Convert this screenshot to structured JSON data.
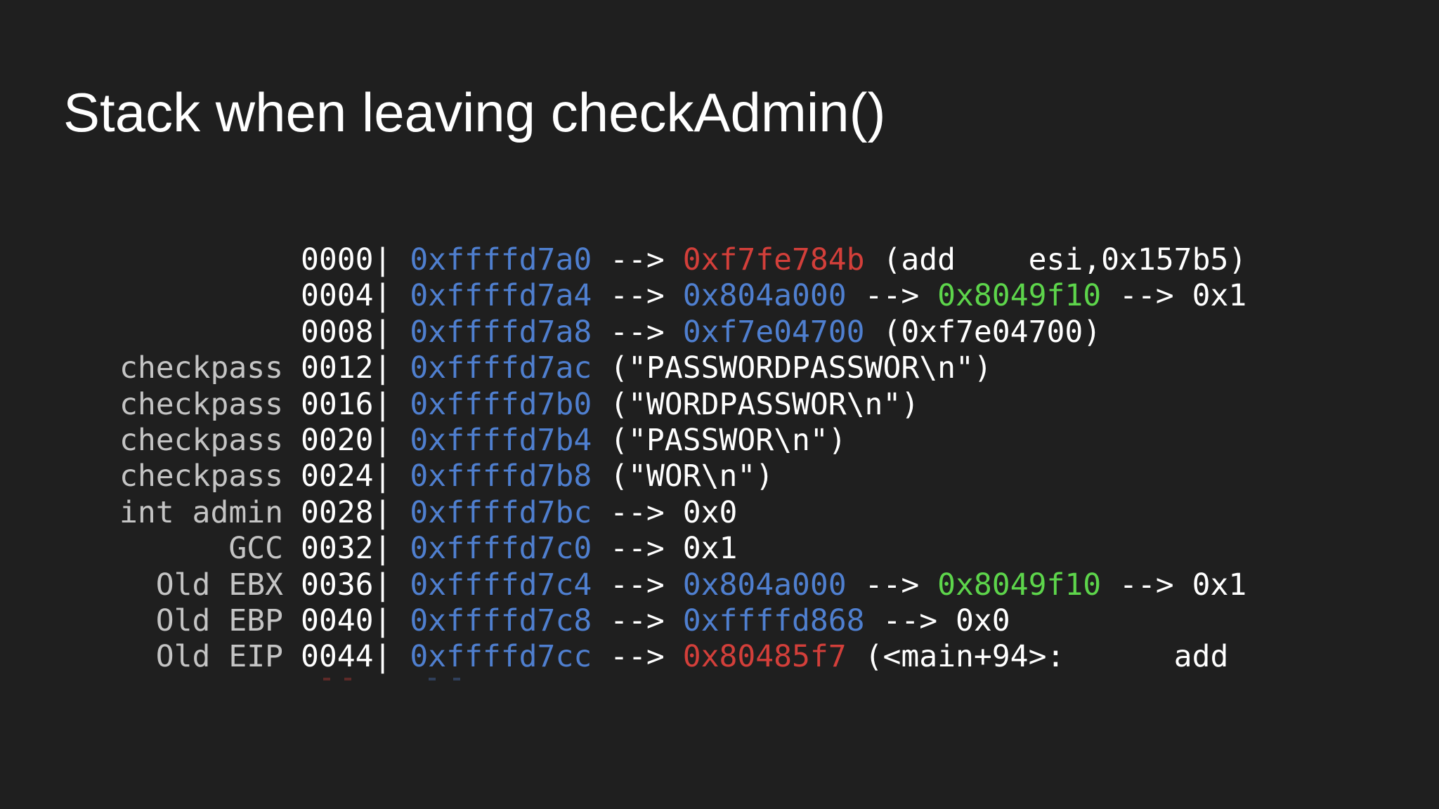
{
  "slide": {
    "title": "Stack when leaving checkAdmin()"
  },
  "stack_rows": [
    {
      "label": "",
      "offset": "0000",
      "address": "0xffffd7a0",
      "sep1": " --> ",
      "v1": "0xf7fe784b",
      "v1_color": "red",
      "sep2": " ",
      "v2": "(add    esi,0x157b5)",
      "v2_color": "white",
      "sep3": "",
      "v3": "",
      "v3_color": "white"
    },
    {
      "label": "",
      "offset": "0004",
      "address": "0xffffd7a4",
      "sep1": " --> ",
      "v1": "0x804a000",
      "v1_color": "addr",
      "sep2": " --> ",
      "v2": "0x8049f10",
      "v2_color": "green",
      "sep3": " --> ",
      "v3": "0x1",
      "v3_color": "white"
    },
    {
      "label": "",
      "offset": "0008",
      "address": "0xffffd7a8",
      "sep1": " --> ",
      "v1": "0xf7e04700",
      "v1_color": "addr",
      "sep2": " ",
      "v2": "(0xf7e04700)",
      "v2_color": "white",
      "sep3": "",
      "v3": "",
      "v3_color": "white"
    },
    {
      "label": "checkpass",
      "offset": "0012",
      "address": "0xffffd7ac",
      "sep1": " ",
      "v1": "(\"PASSWORDPASSWOR\\n\")",
      "v1_color": "white",
      "sep2": "",
      "v2": "",
      "v2_color": "white",
      "sep3": "",
      "v3": "",
      "v3_color": "white"
    },
    {
      "label": "checkpass",
      "offset": "0016",
      "address": "0xffffd7b0",
      "sep1": " ",
      "v1": "(\"WORDPASSWOR\\n\")",
      "v1_color": "white",
      "sep2": "",
      "v2": "",
      "v2_color": "white",
      "sep3": "",
      "v3": "",
      "v3_color": "white"
    },
    {
      "label": "checkpass",
      "offset": "0020",
      "address": "0xffffd7b4",
      "sep1": " ",
      "v1": "(\"PASSWOR\\n\")",
      "v1_color": "white",
      "sep2": "",
      "v2": "",
      "v2_color": "white",
      "sep3": "",
      "v3": "",
      "v3_color": "white"
    },
    {
      "label": "checkpass",
      "offset": "0024",
      "address": "0xffffd7b8",
      "sep1": " ",
      "v1": "(\"WOR\\n\")",
      "v1_color": "white",
      "sep2": "",
      "v2": "",
      "v2_color": "white",
      "sep3": "",
      "v3": "",
      "v3_color": "white"
    },
    {
      "label": "int admin",
      "offset": "0028",
      "address": "0xffffd7bc",
      "sep1": " --> ",
      "v1": "0x0",
      "v1_color": "white",
      "sep2": "",
      "v2": "",
      "v2_color": "white",
      "sep3": "",
      "v3": "",
      "v3_color": "white"
    },
    {
      "label": "GCC",
      "offset": "0032",
      "address": "0xffffd7c0",
      "sep1": " --> ",
      "v1": "0x1",
      "v1_color": "white",
      "sep2": "",
      "v2": "",
      "v2_color": "white",
      "sep3": "",
      "v3": "",
      "v3_color": "white"
    },
    {
      "label": "Old EBX",
      "offset": "0036",
      "address": "0xffffd7c4",
      "sep1": " --> ",
      "v1": "0x804a000",
      "v1_color": "addr",
      "sep2": " --> ",
      "v2": "0x8049f10",
      "v2_color": "green",
      "sep3": " --> ",
      "v3": "0x1",
      "v3_color": "white"
    },
    {
      "label": "Old EBP",
      "offset": "0040",
      "address": "0xffffd7c8",
      "sep1": " --> ",
      "v1": "0xffffd868",
      "v1_color": "addr",
      "sep2": " --> ",
      "v2": "0x0",
      "v2_color": "white",
      "sep3": "",
      "v3": "",
      "v3_color": "white"
    },
    {
      "label": "Old EIP",
      "offset": "0044",
      "address": "0xffffd7cc",
      "sep1": " --> ",
      "v1": "0x80485f7",
      "v1_color": "red",
      "sep2": " ",
      "v2": "(<main+94>:      add",
      "v2_color": "white",
      "sep3": "",
      "v3": "",
      "v3_color": "white"
    }
  ],
  "colors": {
    "background": "#1f1f1f",
    "title": "#ffffff",
    "label": "#c4c4c4",
    "address": "#4f7fcf",
    "red": "#d33f3a",
    "green": "#5dd54b",
    "white": "#ffffff"
  }
}
